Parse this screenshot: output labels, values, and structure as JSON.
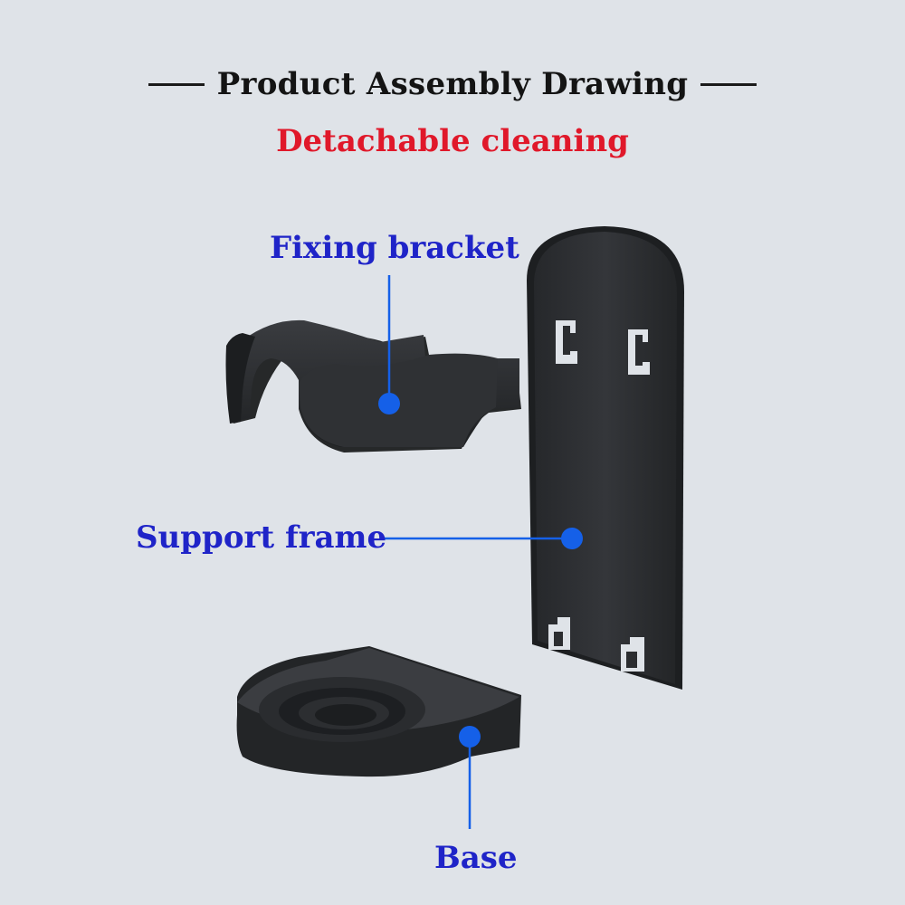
{
  "title": "Product Assembly Drawing",
  "subtitle": "Detachable cleaning",
  "colors": {
    "background": "#dfe3e8",
    "title": "#141414",
    "subtitle": "#e0182a",
    "label": "#1f24c8",
    "callout": "#1560e8",
    "part": "#2b2d30"
  },
  "parts": [
    {
      "label": "Fixing bracket"
    },
    {
      "label": "Support frame"
    },
    {
      "label": "Base"
    }
  ]
}
